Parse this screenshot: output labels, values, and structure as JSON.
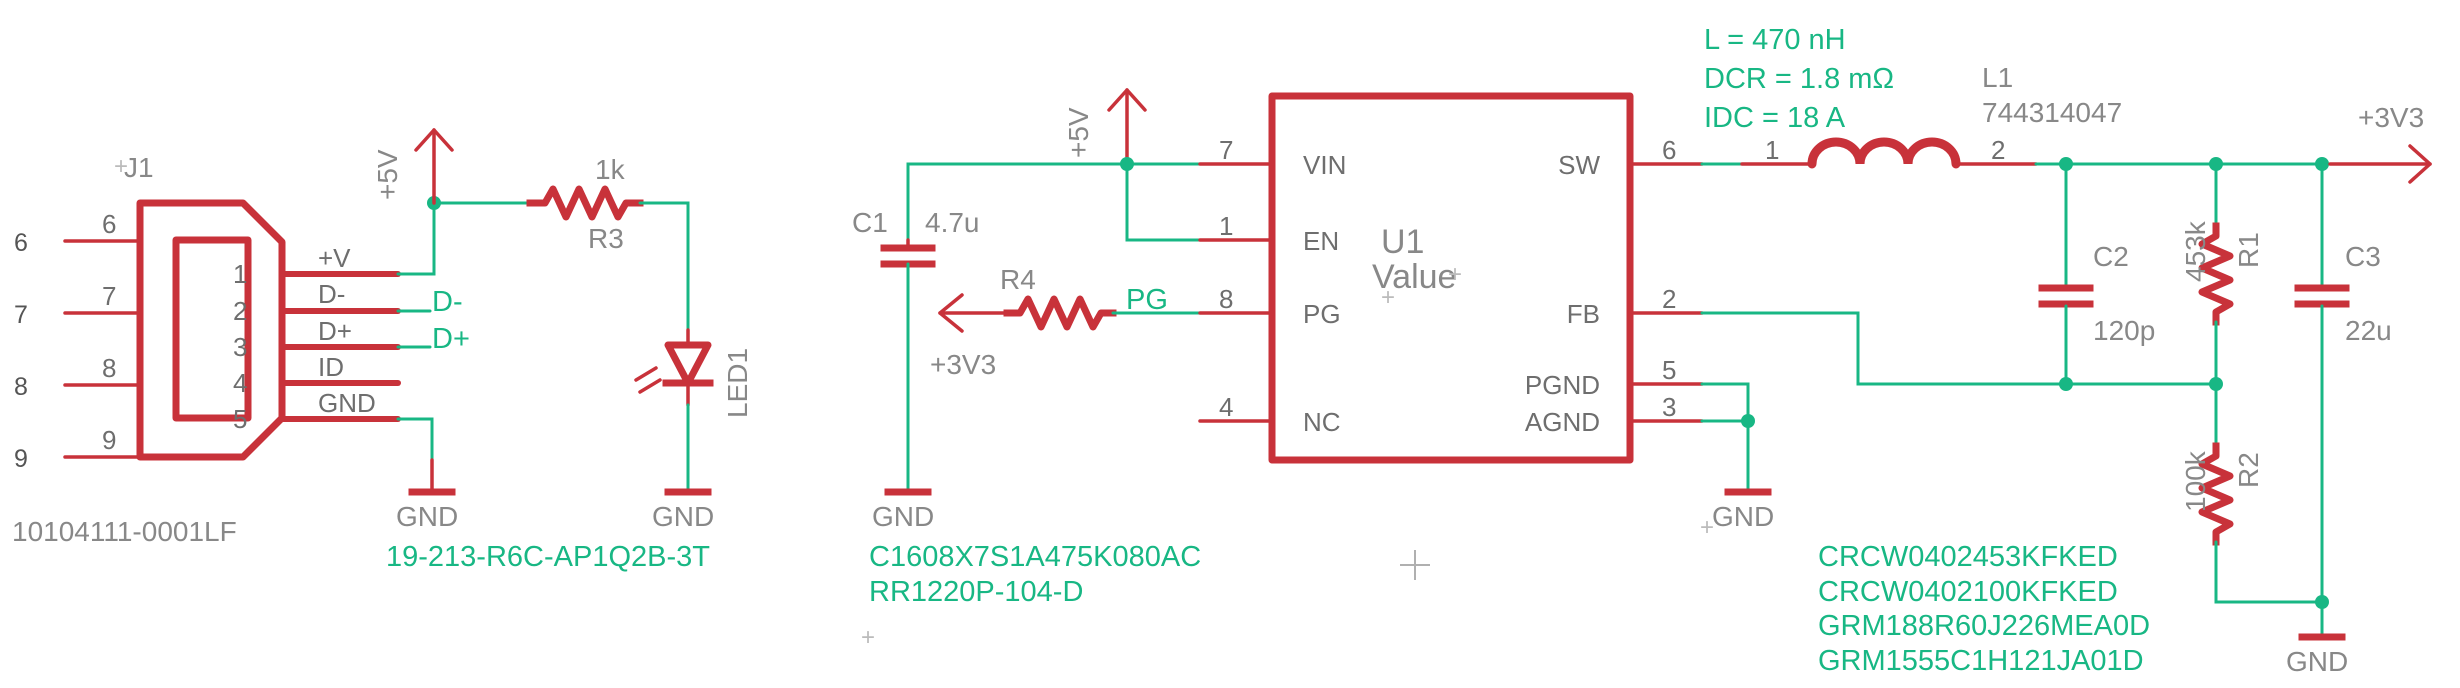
{
  "labels": {
    "j1_name": "J1",
    "j1_value": "10104111-0001LF",
    "j1_pin_6": "6",
    "j1_pin_7": "7",
    "j1_pin_8": "8",
    "j1_pin_9": "9",
    "j1_pin_1": "1",
    "j1_pin_2": "2",
    "j1_pin_3": "3",
    "j1_pin_4": "4",
    "j1_pin_5": "5",
    "j1_sig_vplus": "+V",
    "j1_sig_dminus": "D-",
    "j1_sig_dplus": "D+",
    "j1_sig_id": "ID",
    "j1_sig_gnd": "GND",
    "net_dminus": "D-",
    "net_dplus": "D+",
    "supply_5v_left": "+5V",
    "supply_5v_mid": "+5V",
    "supply_3v3_out": "+3V3",
    "supply_3v3_r4": "+3V3",
    "r3_value": "1k",
    "r3_name": "R3",
    "led1_name": "LED1",
    "led1_mpn": "19-213-R6C-AP1Q2B-3T",
    "c1_name": "C1",
    "c1_value": "4.7u",
    "c1_mpn": "C1608X7S1A475K080AC",
    "r4_name": "R4",
    "r4_mpn": "RR1220P-104-D",
    "net_pg": "PG",
    "u1_name": "U1",
    "u1_value": "Value",
    "u1_pin_vin": "VIN",
    "u1_pin_en": "EN",
    "u1_pin_pg": "PG",
    "u1_pin_nc": "NC",
    "u1_pin_sw": "SW",
    "u1_pin_fb": "FB",
    "u1_pin_pgnd": "PGND",
    "u1_pin_agnd": "AGND",
    "u1_num_7": "7",
    "u1_num_1": "1",
    "u1_num_8": "8",
    "u1_num_4": "4",
    "u1_num_6": "6",
    "u1_num_2": "2",
    "u1_num_5": "5",
    "u1_num_3": "3",
    "l1_name": "L1",
    "l1_value": "744314047",
    "l1_pin_1": "1",
    "l1_pin_2": "2",
    "l1_note_l": "L = 470 nH",
    "l1_note_dcr": "DCR = 1.8 mΩ",
    "l1_note_idc": "IDC = 18 A",
    "c2_name": "C2",
    "c2_value": "120p",
    "r1_name": "R1",
    "r1_value": "453k",
    "c3_name": "C3",
    "c3_value": "22u",
    "r2_name": "R2",
    "r2_value": "100k",
    "mpn_r1": "CRCW0402453KFKED",
    "mpn_r2": "CRCW0402100KFKED",
    "mpn_c3": "GRM188R60J226MEA0D",
    "mpn_c2": "GRM1555C1H121JA01D",
    "gnd_j1": "GND",
    "gnd_led": "GND",
    "gnd_c1": "GND",
    "gnd_u1": "GND",
    "gnd_out": "GND"
  },
  "colors": {
    "wire": "#18b784",
    "symbol": "#c8323a",
    "name_text": "#888888",
    "net_text": "#18b784",
    "background": "#ffffff"
  }
}
